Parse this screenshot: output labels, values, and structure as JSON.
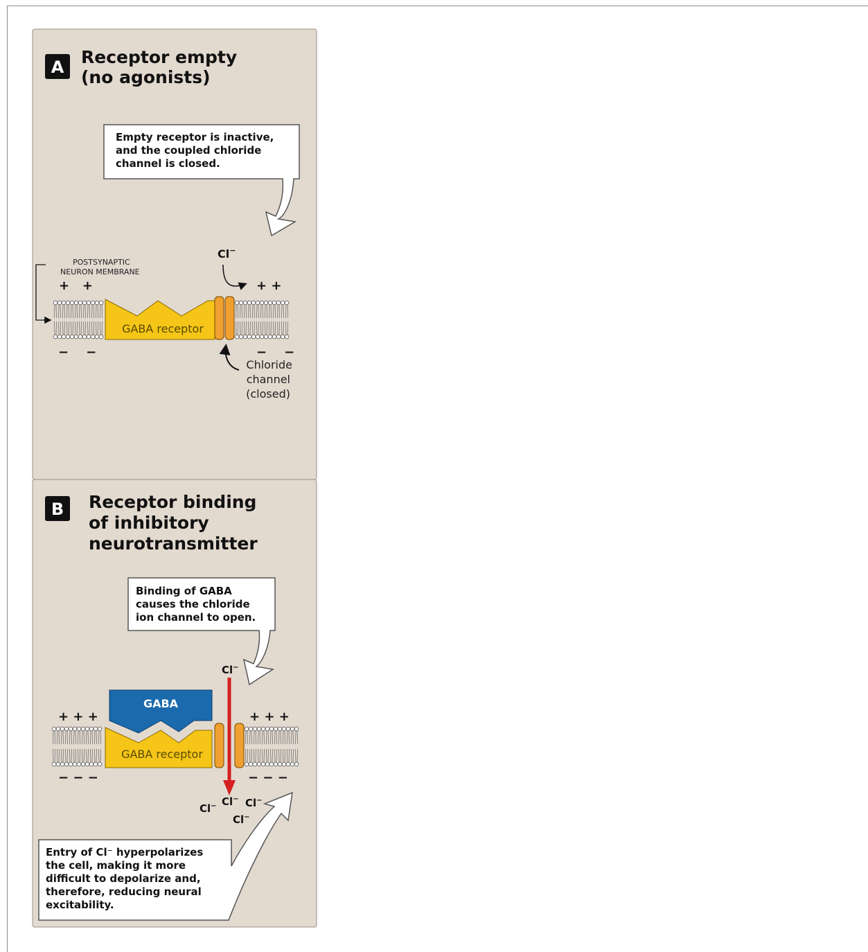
{
  "panel_a": {
    "letter": "A",
    "title_lines": [
      "Receptor empty",
      "(no agonists)"
    ],
    "callout_lines": [
      "Empty receptor is inactive,",
      "and the coupled chloride",
      "channel is closed."
    ],
    "membrane_label_lines": [
      "POSTSYNAPTIC",
      "NEURON MEMBRANE"
    ],
    "receptor_label": "GABA receptor",
    "ion_label": "Cl",
    "ion_superscript": "−",
    "charges_top_left": "+   +",
    "charges_top_right": "+ +",
    "charges_bottom_left": "−    −",
    "charges_bottom_right": "−    −",
    "channel_label_lines": [
      "Chloride",
      "channel",
      "(closed)"
    ]
  },
  "panel_b": {
    "letter": "B",
    "title_lines": [
      "Receptor binding",
      "of inhibitory",
      "neurotransmitter"
    ],
    "callout_top_lines": [
      "Binding of GABA",
      "causes the chloride",
      "ion channel to open."
    ],
    "ligand_label": "GABA",
    "receptor_label": "GABA receptor",
    "ion_label": "Cl",
    "ion_superscript": "−",
    "charges_top_left": "+ + +",
    "charges_top_right": "+ + +",
    "charges_bottom_left": "− − −",
    "charges_bottom_right": "− − −",
    "callout_bottom_lines": [
      "Entry of Cl⁻ hyperpolarizes",
      "the cell, making it more",
      "difficult to depolarize and,",
      "therefore, reducing neural",
      "excitability."
    ]
  },
  "colors": {
    "panel_bg": "#e2d9cf",
    "receptor": "#f5c518",
    "channel": "#f0a030",
    "gaba": "#1a6aad",
    "ion_arrow": "#d42020",
    "letter_box": "#111111"
  }
}
